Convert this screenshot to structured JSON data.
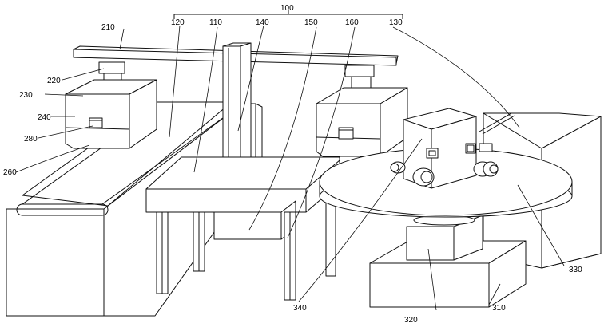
{
  "figure": {
    "group_label": "100",
    "labels": {
      "l100": "100",
      "l110": "110",
      "l120": "120",
      "l130": "130",
      "l140": "140",
      "l150": "150",
      "l160": "160",
      "l210": "210",
      "l220": "220",
      "l230": "230",
      "l240": "240",
      "l260": "260",
      "l280": "280",
      "l310": "310",
      "l320": "320",
      "l330": "330",
      "l340": "340"
    }
  }
}
